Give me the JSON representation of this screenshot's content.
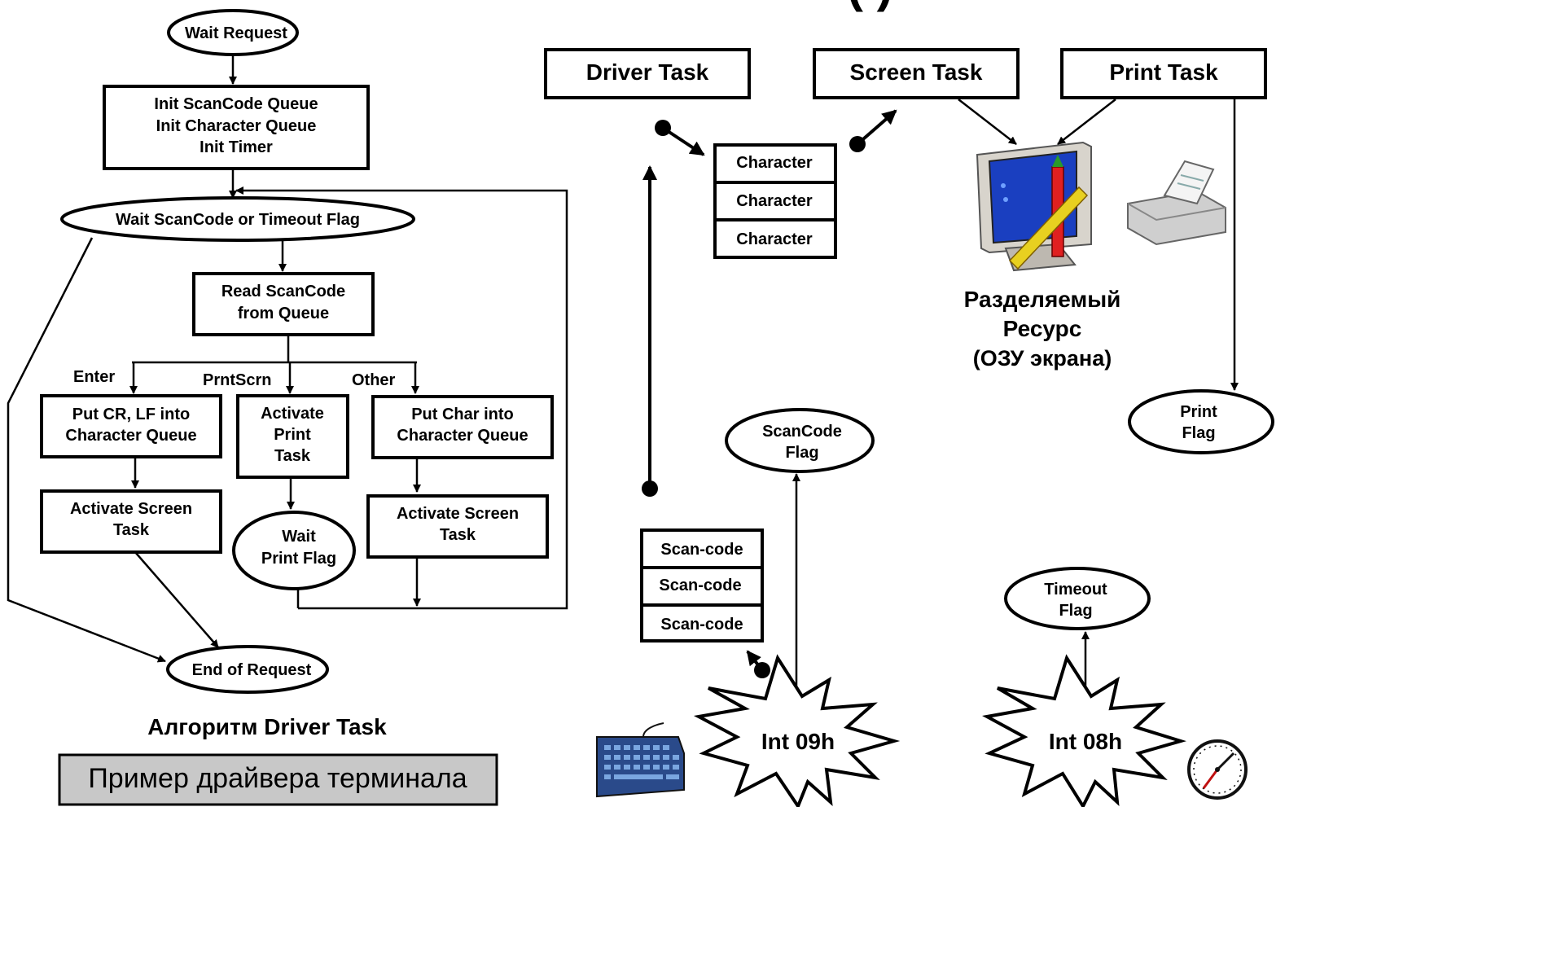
{
  "header_fragment": "( )",
  "flowchart": {
    "wait_request": "Wait Request",
    "init_lines": [
      "Init ScanCode Queue",
      "Init Character Queue",
      "Init Timer"
    ],
    "wait_scancode": "Wait ScanCode or Timeout Flag",
    "read_lines": [
      "Read ScanCode",
      "from Queue"
    ],
    "branch_enter": "Enter",
    "branch_prntscrn": "PrntScrn",
    "branch_other": "Other",
    "put_crlf_lines": [
      "Put CR, LF into",
      "Character Queue"
    ],
    "activate_print_lines": [
      "Activate",
      "Print",
      "Task"
    ],
    "put_char_lines": [
      "Put Char into",
      "Character Queue"
    ],
    "activate_screen_left_lines": [
      "Activate Screen",
      "Task"
    ],
    "wait_print_flag_lines": [
      "Wait",
      "Print Flag"
    ],
    "activate_screen_right_lines": [
      "Activate Screen",
      "Task"
    ],
    "end_request": "End of Request",
    "caption": "Алгоритм Driver Task",
    "footer_label": "Пример драйвера терминала"
  },
  "system": {
    "driver_task": "Driver Task",
    "screen_task": "Screen Task",
    "print_task": "Print Task",
    "character_queue": [
      "Character",
      "Character",
      "Character"
    ],
    "shared_resource_lines": [
      "Разделяемый",
      "Ресурс",
      "(ОЗУ экрана)"
    ],
    "print_flag_lines": [
      "Print",
      "Flag"
    ],
    "scancode_flag_lines": [
      "ScanCode",
      "Flag"
    ],
    "scancode_queue": [
      "Scan-code",
      "Scan-code",
      "Scan-code"
    ],
    "timeout_flag_lines": [
      "Timeout",
      "Flag"
    ],
    "int09": "Int 09h",
    "int08": "Int 08h"
  },
  "icons": [
    "monitor-icon",
    "printer-icon",
    "keyboard-icon",
    "clock-icon"
  ]
}
